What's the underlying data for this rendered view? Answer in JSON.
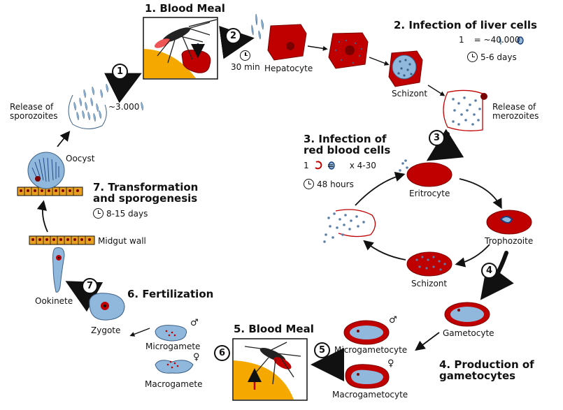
{
  "steps": [
    {
      "num": "1",
      "title": "1. Blood Meal"
    },
    {
      "num": "2",
      "title": "2. Infection of liver cells",
      "time": "30 min",
      "ratio": "= ~40.000",
      "duration": "5-6 days"
    },
    {
      "num": "3",
      "title_line1": "3. Infection of",
      "title_line2": "red blood cells",
      "multiplier": "x 4-30",
      "duration": "48 hours"
    },
    {
      "num": "4",
      "title_line1": "4. Production of",
      "title_line2": "gametocytes"
    },
    {
      "num": "5",
      "title": "5. Blood Meal"
    },
    {
      "num": "6",
      "title": "6. Fertilization"
    },
    {
      "num": "7",
      "title_line1": "7. Transformation",
      "title_line2": "and sporogenesis",
      "duration": "8-15 days"
    }
  ],
  "labels": {
    "release_sporozoites_1": "Release of",
    "release_sporozoites_2": "sporozoites",
    "sporozoite_count": "~3.000",
    "hepatocyte": "Hepatocyte",
    "schizont_liver": "Schizont",
    "release_merozoites_1": "Release of",
    "release_merozoites_2": "merozoites",
    "eritrocyte": "Eritrocyte",
    "trophozoite": "Trophozoite",
    "schizont_rbc": "Schizont",
    "gametocyte": "Gametocyte",
    "microgametocyte": "Microgametocyte",
    "macrogametocyte": "Macrogametocyte",
    "microgamete": "Microgamete",
    "macrogamete": "Macrogamete",
    "zygote": "Zygote",
    "ookinete": "Ookinete",
    "midgut_wall": "Midgut wall",
    "oocyst": "Oocyst",
    "ratio_one": "1",
    "rbc_one": "1",
    "rbc_equals": "="
  },
  "symbols": {
    "male": "♂",
    "female": "♀"
  },
  "colors": {
    "blood": "#c00000",
    "dark_red": "#7a0000",
    "parasite": "#8fb8dc",
    "parasite_dark": "#3c5f85",
    "skin": "#f5a800",
    "wall": "#e8a020"
  }
}
